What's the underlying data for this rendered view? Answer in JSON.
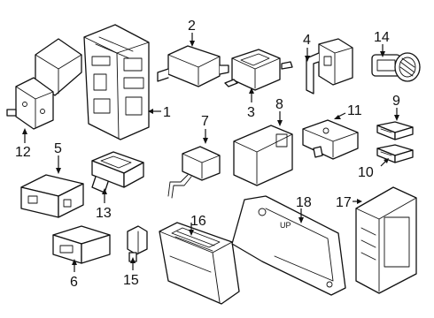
{
  "diagram": {
    "callouts": [
      "1",
      "2",
      "3",
      "4",
      "5",
      "6",
      "7",
      "8",
      "9",
      "10",
      "11",
      "12",
      "13",
      "14",
      "15",
      "16",
      "17",
      "18"
    ],
    "stamp_text": "UP",
    "colors": {
      "ink": "#111111",
      "background": "#ffffff"
    }
  }
}
